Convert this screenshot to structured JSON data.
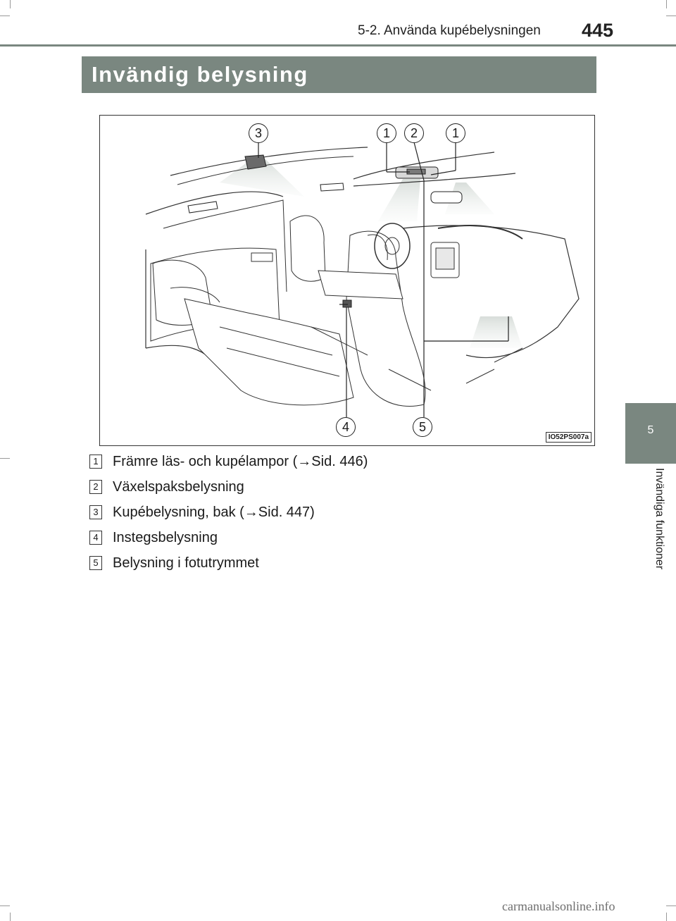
{
  "header": {
    "section": "5-2. Använda kupébelysningen",
    "page_number": "445"
  },
  "title": "Invändig belysning",
  "side_tab": {
    "chapter_number": "5",
    "chapter_label": "Invändiga funktioner"
  },
  "figure": {
    "code": "IO52PS007a",
    "callouts": [
      "3",
      "1",
      "2",
      "1",
      "4",
      "5"
    ]
  },
  "legend": [
    {
      "num": "1",
      "text": "Främre läs- och kupélampor (→Sid. 446)"
    },
    {
      "num": "2",
      "text": "Växelspaksbelysning"
    },
    {
      "num": "3",
      "text": "Kupébelysning, bak (→Sid. 447)"
    },
    {
      "num": "4",
      "text": "Instegsbelysning"
    },
    {
      "num": "5",
      "text": "Belysning i fotutrymmet"
    }
  ],
  "watermark": "carmanualsonline.info",
  "colors": {
    "accent": "#7a8780",
    "text": "#1a1a1a"
  }
}
